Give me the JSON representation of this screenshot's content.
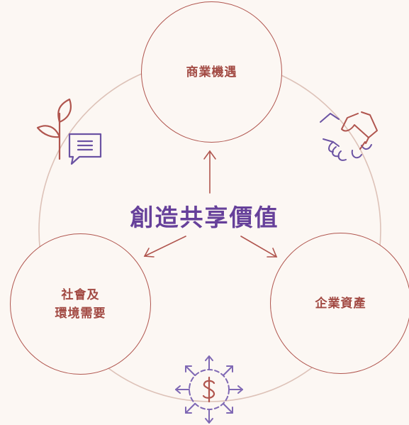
{
  "center": {
    "title": "創造共享價值"
  },
  "nodes": {
    "top": {
      "label": "商業機遇"
    },
    "left": {
      "label": "社會及\n環境需要"
    },
    "right": {
      "label": "企業資產"
    }
  },
  "icons": {
    "plant_chat": "plant-with-chat-bubble-icon",
    "handshake": "handshake-icon",
    "dollar_arrows": "dollar-with-arrows-icon"
  },
  "colors": {
    "background": "#fcf7f3",
    "ring": "#ddc2b8",
    "node_border": "#b0554e",
    "node_text": "#a24a43",
    "center_text": "#66409a",
    "arrow": "#b0554e",
    "icon_plant": "#b0554e",
    "icon_chat": "#6b53a3",
    "icon_handshake_left": "#6b53a3",
    "icon_handshake_right": "#b0554e",
    "icon_dollar": "#7f68b4",
    "icon_dollar_sign": "#b0554e"
  }
}
